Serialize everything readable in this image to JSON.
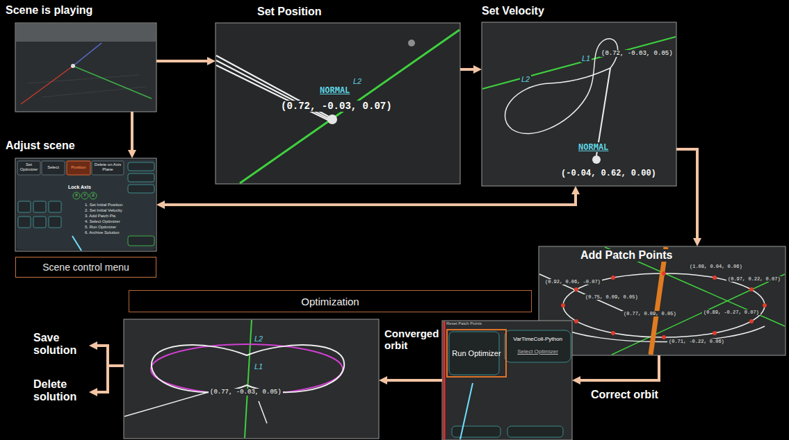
{
  "diagram": {
    "nodes": [
      {
        "text": [
          "Scene is playing"
        ]
      },
      {
        "text": [
          "Set Position",
          "NORMAL",
          "L2",
          "(0.72, -0.03, 0.07)"
        ]
      },
      {
        "text": [
          "Set Velocity",
          "L2",
          "L1",
          "(0.72, -0.03, 0.05)",
          "NORMAL",
          "(-0.04, 0.62, 0.00)"
        ]
      },
      {
        "text": [
          "Adjust scene",
          "Set Optimizer",
          "Select",
          "Position",
          "Delete on Axis Plane",
          "Lock Axis",
          "X",
          "Y",
          "Z",
          "1. Set Initial Position",
          "2. Set Initial Velocity",
          "3. Add Patch Pts",
          "4. Select Optimizer",
          "5. Run Optimizer",
          "6. Archive Solution"
        ]
      },
      {
        "text": [
          "Scene control menu"
        ]
      },
      {
        "text": [
          "Add Patch Points",
          "(0.92, 0.06, -0.07)",
          "(0.75, 0.09, 0.05)",
          "(1.08, 0.04, 0.06)",
          "(0.97, 0.22, 0.07)",
          "(0.89, -0.27, 0.07)",
          "(0.77, 0.09, 0.05)",
          "(0.71, -0.22, 0.06)"
        ]
      },
      {
        "text": [
          "Optimization"
        ]
      },
      {
        "text": [
          "Converged orbit",
          "L2",
          "L1",
          "(0.77, -0.03, 0.05)"
        ]
      },
      {
        "text": [
          "Reset Patch Points",
          "VarTimeColl-Python",
          "Select Optimizer"
        ]
      },
      {
        "text": [
          "Run Optimizer"
        ],
        "in": 8
      }
    ],
    "edges": [
      {
        "from": 0,
        "to": 1,
        "arrow": "to"
      },
      {
        "from": 0,
        "to": 3,
        "arrow": "to"
      },
      {
        "from": 1,
        "to": 2,
        "arrow": "to"
      },
      {
        "from": 2,
        "to": 3,
        "arrow": "both"
      },
      {
        "from": 2,
        "to": 5,
        "arrow": "to"
      },
      {
        "from": 5,
        "to": 8,
        "label": "Correct orbit",
        "arrow": "to"
      },
      {
        "from": 8,
        "to": 7,
        "arrow": "to"
      }
    ],
    "labels": [
      "Save solution",
      "Delete solution"
    ]
  }
}
